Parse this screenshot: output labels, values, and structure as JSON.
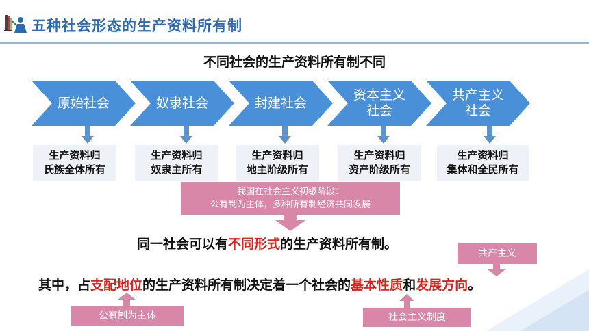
{
  "header": {
    "title": "五种社会形态的生产资料所有制"
  },
  "subtitle": "不同社会的生产资料所有制不同",
  "stages": [
    {
      "name": "原始社会",
      "ownership_line1": "生产资料归",
      "ownership_line2": "氏族全体所有"
    },
    {
      "name": "奴隶社会",
      "ownership_line1": "生产资料归",
      "ownership_line2": "奴隶主所有"
    },
    {
      "name": "封建社会",
      "ownership_line1": "生产资料归",
      "ownership_line2": "地主阶级所有"
    },
    {
      "name": "资本主义社会",
      "name_line1": "资本主义",
      "name_line2": "社会",
      "ownership_line1": "生产资料归",
      "ownership_line2": "资产阶级所有"
    },
    {
      "name": "共产主义社会",
      "name_line1": "共产主义",
      "name_line2": "社会",
      "ownership_line1": "生产资料归",
      "ownership_line2": "集体和全民所有"
    }
  ],
  "callout": {
    "line1": "我国在社会主义初级阶段：",
    "line2": "公有制为主体，多种所有制经济共同发展"
  },
  "sentence1": {
    "before": "同一社会可以有",
    "highlight": "不同形式",
    "after": "的生产资料所有制。"
  },
  "sentence2": {
    "part1": "其中，占",
    "highlight1": "支配地位",
    "part2": "的生产资料所有制决定着一个社会的",
    "highlight2": "基本性质",
    "part3": "和",
    "highlight3": "发展方向",
    "part4": "。"
  },
  "labels": {
    "communism": "共产主义",
    "public_ownership": "公有制为主体",
    "socialist_system": "社会主义制度"
  },
  "colors": {
    "chevron": "#4a90d9",
    "arrow": "#5b93cf",
    "highlight": "#e0201b",
    "pink": "#d987a8",
    "title": "#2b6cb0"
  }
}
